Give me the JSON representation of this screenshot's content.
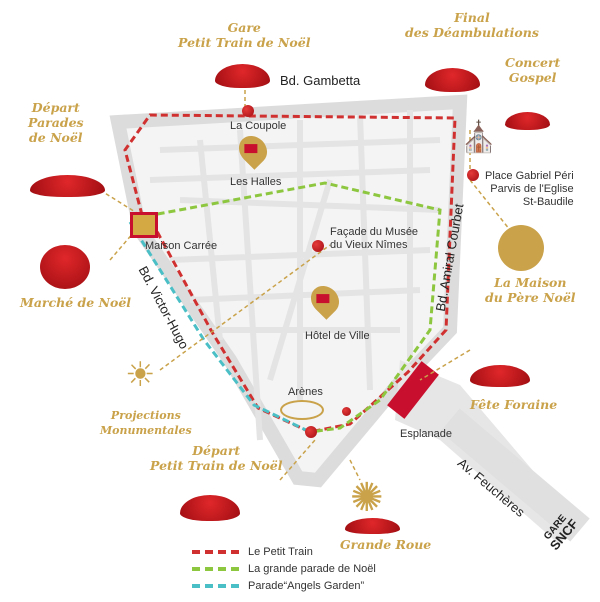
{
  "colors": {
    "petit_train": "#d0302f",
    "grande_parade": "#8dc63f",
    "angels_garden": "#4bbfc6",
    "gold": "#c9a24a",
    "red": "#c8102e"
  },
  "streets": {
    "gambetta": "Bd. Gambetta",
    "amiral": "Bd. Amiral Courbet",
    "victor_hugo": "Bd. Victor-Hugo",
    "feucheres": "Av. Feuchères"
  },
  "places": {
    "coupole": "La Coupole",
    "halles": "Les Halles",
    "maison_carree": "Maison Carrée",
    "musee": [
      "Façade du Musée",
      "du Vieux Nîmes"
    ],
    "hotel_ville": "Hôtel de Ville",
    "arenes": "Arènes",
    "esplanade": "Esplanade",
    "peri": [
      "Place Gabriel Péri",
      "Parvis de l'Eglise",
      "St-Baudile"
    ]
  },
  "events": {
    "gare_train": [
      "Gare",
      "Petit Train de Noël"
    ],
    "final": [
      "Final",
      "des Déambulations"
    ],
    "concert": [
      "Concert",
      "Gospel"
    ],
    "depart_parades": [
      "Départ",
      "Parades",
      "de Noël"
    ],
    "marche": "Marché de Noël",
    "maison_pere": [
      "La Maison",
      "du Père Noël"
    ],
    "projections": [
      "Projections",
      "Monumentales"
    ],
    "fete": "Fête Foraine",
    "depart_train": [
      "Départ",
      "Petit Train de Noël"
    ],
    "grande_roue": "Grande Roue"
  },
  "station": {
    "gare": "GARE",
    "sncf": "SNCF"
  },
  "legend": [
    {
      "label": "Le Petit Train"
    },
    {
      "label": "La grande parade de Noël"
    },
    {
      "label": "Parade“Angels Garden”"
    }
  ]
}
